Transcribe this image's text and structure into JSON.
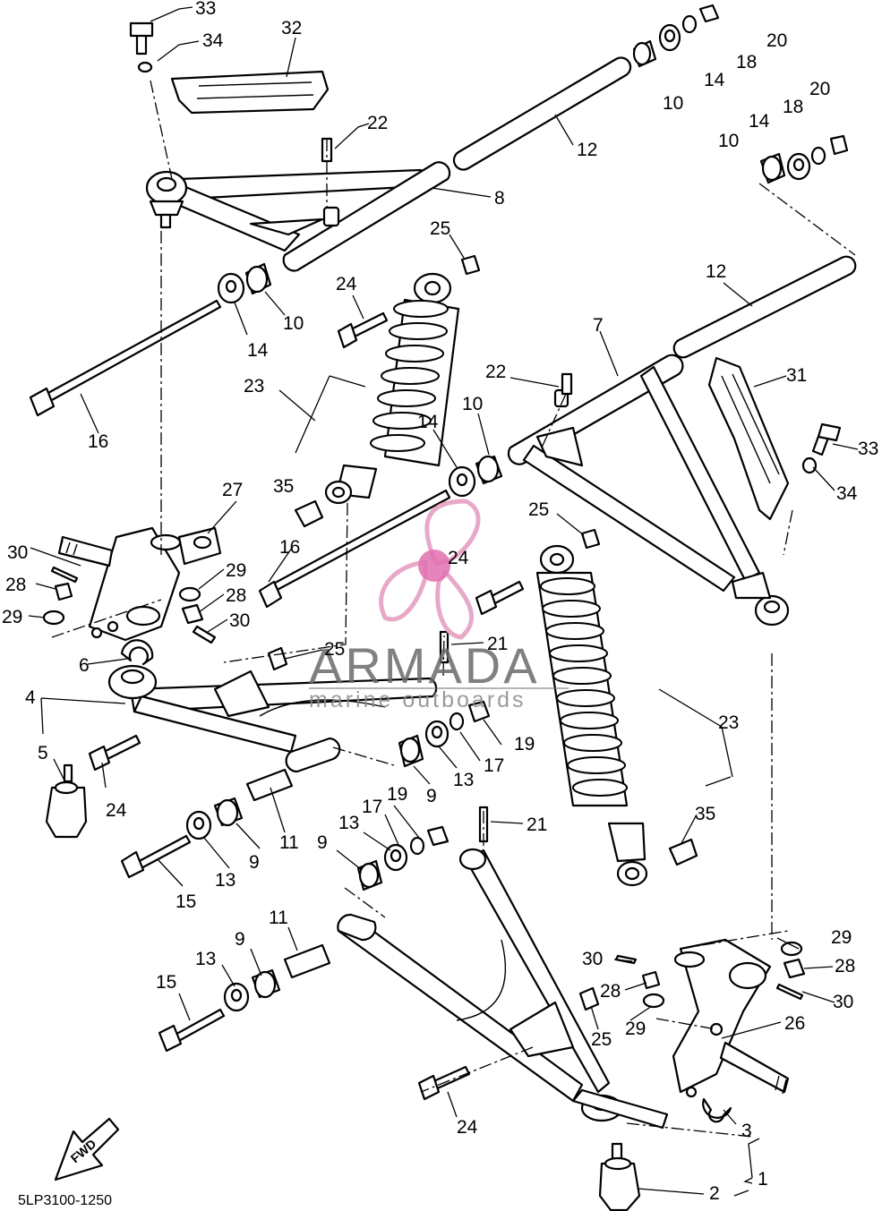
{
  "diagram": {
    "code": "5LP3100-1250",
    "fwd_label": "FWD",
    "callouts": {
      "c1": "1",
      "c2": "2",
      "c3": "3",
      "c4": "4",
      "c5": "5",
      "c6": "6",
      "c7": "7",
      "c8": "8",
      "c9": "9",
      "c10": "10",
      "c11": "11",
      "c12": "12",
      "c13": "13",
      "c14": "14",
      "c15": "15",
      "c16": "16",
      "c17": "17",
      "c18": "18",
      "c19": "19",
      "c20": "20",
      "c21": "21",
      "c22": "22",
      "c23": "23",
      "c24": "24",
      "c25": "25",
      "c26": "26",
      "c27": "27",
      "c28": "28",
      "c29": "29",
      "c30": "30",
      "c31": "31",
      "c32": "32",
      "c33": "33",
      "c34": "34",
      "c35": "35"
    }
  },
  "watermark": {
    "brand": "ARMADA",
    "tagline": "marine outboards",
    "logo_icon": "propeller-icon",
    "colors": {
      "logo": "#e8a8c8",
      "hub": "#e070b0",
      "text": "#6b6b6b"
    }
  }
}
